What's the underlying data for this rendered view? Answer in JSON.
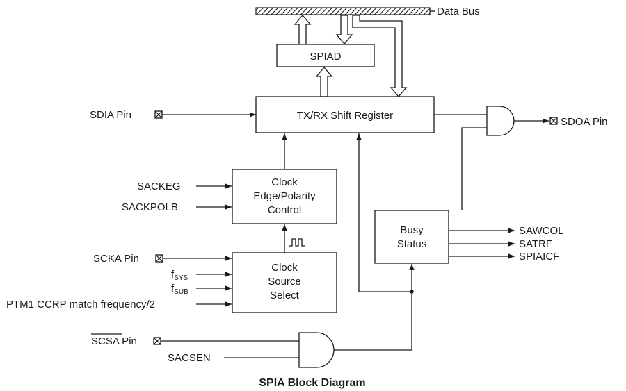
{
  "diagram": {
    "caption": "SPIA Block Diagram",
    "data_bus": "Data Bus",
    "blocks": {
      "spiad": "SPIAD",
      "shift_register": "TX/RX Shift Register",
      "clock_edge": [
        "Clock",
        "Edge/Polarity",
        "Control"
      ],
      "clock_source": [
        "Clock",
        "Source",
        "Select"
      ],
      "busy_status": [
        "Busy",
        "Status"
      ]
    },
    "inputs": {
      "sdia_pin": "SDIA Pin",
      "sackeg": "SACKEG",
      "sackpolb": "SACKPOLB",
      "scka_pin": "SCKA Pin",
      "fsys_main": "f",
      "fsys_sub": "SYS",
      "fsub_main": "f",
      "fsub_sub": "SUB",
      "ptm1": "PTM1 CCRP match frequency/2",
      "scsa_pin": "SCSA Pin",
      "sacsen": "SACSEN"
    },
    "outputs": {
      "sdoa_pin": "SDOA Pin",
      "sawcol": "SAWCOL",
      "satrf": "SATRF",
      "spiaicf": "SPIAICF"
    }
  }
}
